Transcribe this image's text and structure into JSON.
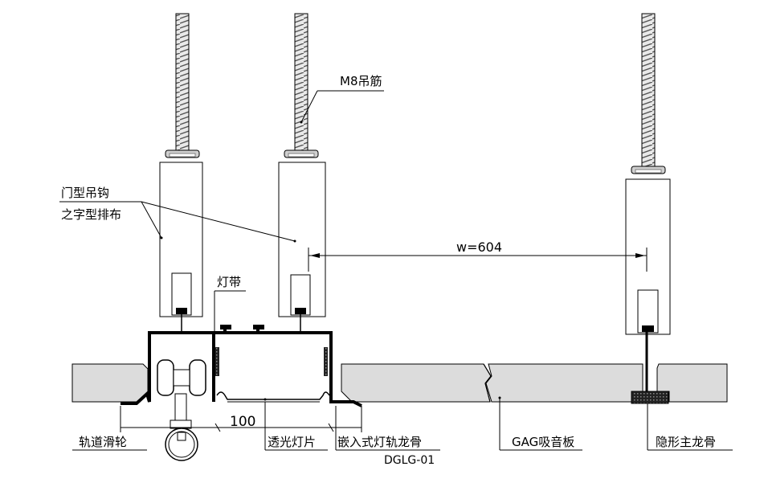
{
  "labels": {
    "m8_rod": "M8吊筋",
    "hook_line1": "门型吊钩",
    "hook_line2": "之字型排布",
    "light_strip": "灯带",
    "width_dim": "w=604",
    "dim_100": "100",
    "track_pulley": "轨道滑轮",
    "translucent_panel": "透光灯片",
    "embedded_keel": "嵌入式灯轨龙骨",
    "drawing_code": "DGLG-01",
    "gag_board": "GAG吸音板",
    "hidden_keel": "隐形主龙骨"
  }
}
